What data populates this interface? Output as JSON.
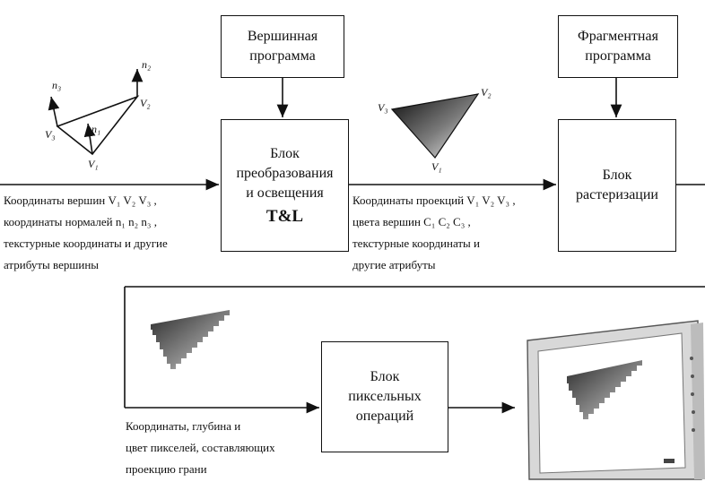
{
  "boxes": {
    "vertex_program": {
      "line1": "Вершинная",
      "line2": "программа"
    },
    "tl_block": {
      "line1": "Блок",
      "line2": "преобразования",
      "line3": "и освещения",
      "line4": "T&L"
    },
    "fragment_program": {
      "line1": "Фрагментная",
      "line2": "программа"
    },
    "raster_block": {
      "line1": "Блок",
      "line2": "растеризации"
    },
    "pixel_block": {
      "line1": "Блок",
      "line2": "пиксельных",
      "line3": "операций"
    }
  },
  "labels": {
    "input": {
      "line1": "Координаты вершин V₁ V₂ V₃ ,",
      "line2": "координаты нормалей  n₁ n₂ n₃ ,",
      "line3": "текстурные координаты и другие",
      "line4": "атрибуты вершины"
    },
    "projection": {
      "line1": "Координаты проекций V₁ V₂ V₃ ,",
      "line2": "цвета вершин C₁ C₂ C₃ ,",
      "line3": "текстурные координаты и",
      "line4": "другие атрибуты"
    },
    "pixels": {
      "line1": "Координаты, глубина и",
      "line2": "цвет пикселей, составляющих",
      "line3": "проекцию грани"
    }
  },
  "triangle_vertices": {
    "left": {
      "v1": "V₁",
      "v2": "V₂",
      "v3": "V₃",
      "n1": "n₁",
      "n2": "n₂",
      "n3": "n₃"
    },
    "right": {
      "v1": "V₁",
      "v2": "V₂",
      "v3": "V₃"
    }
  }
}
